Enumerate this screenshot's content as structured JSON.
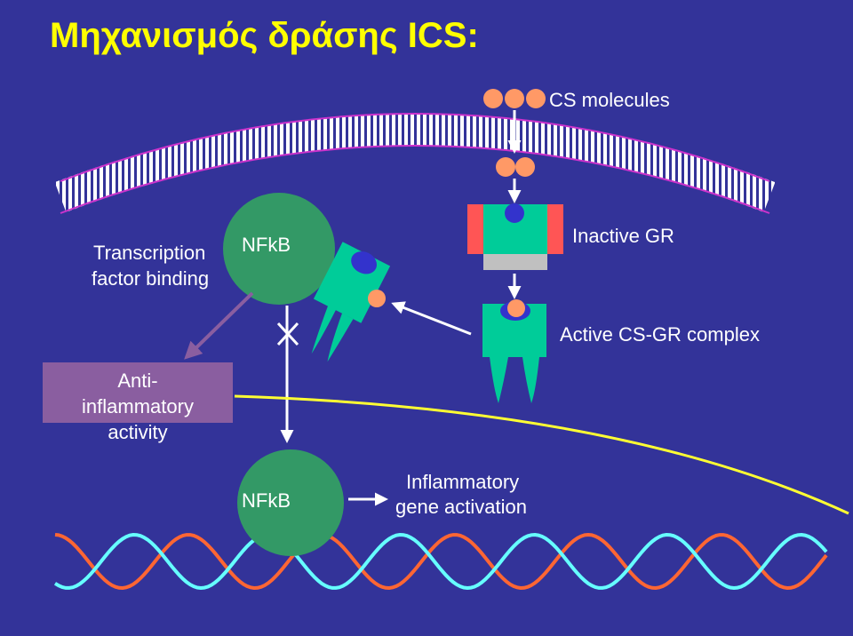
{
  "title": "Μηχανισμός δράσης ICS:",
  "labels": {
    "cs_molecules": "CS molecules",
    "transcription_line1": "Transcription",
    "transcription_line2": "factor binding",
    "nfkb_top": "NFkB",
    "inactive_gr": "Inactive GR",
    "active_complex": "Active CS-GR complex",
    "anti_line1": "Anti-",
    "anti_line2": "inflammatory",
    "anti_line3": "activity",
    "nfkb_bottom": "NFkB",
    "gene_line1": "Inflammatory",
    "gene_line2": "gene activation"
  },
  "colors": {
    "background": "#333399",
    "title": "#ffff00",
    "membrane": "#cc33cc",
    "nfkb_green": "#339966",
    "receptor_teal": "#00cc99",
    "molecule": "#ff9966",
    "binding_blue": "#3333cc",
    "receptor_red": "#ff5555",
    "receptor_gray": "#c0c0c0",
    "box_purple": "#8a5ea0",
    "nucleus_line": "#ffff33",
    "wave_orange": "#ff6633",
    "wave_cyan": "#66ffff"
  }
}
